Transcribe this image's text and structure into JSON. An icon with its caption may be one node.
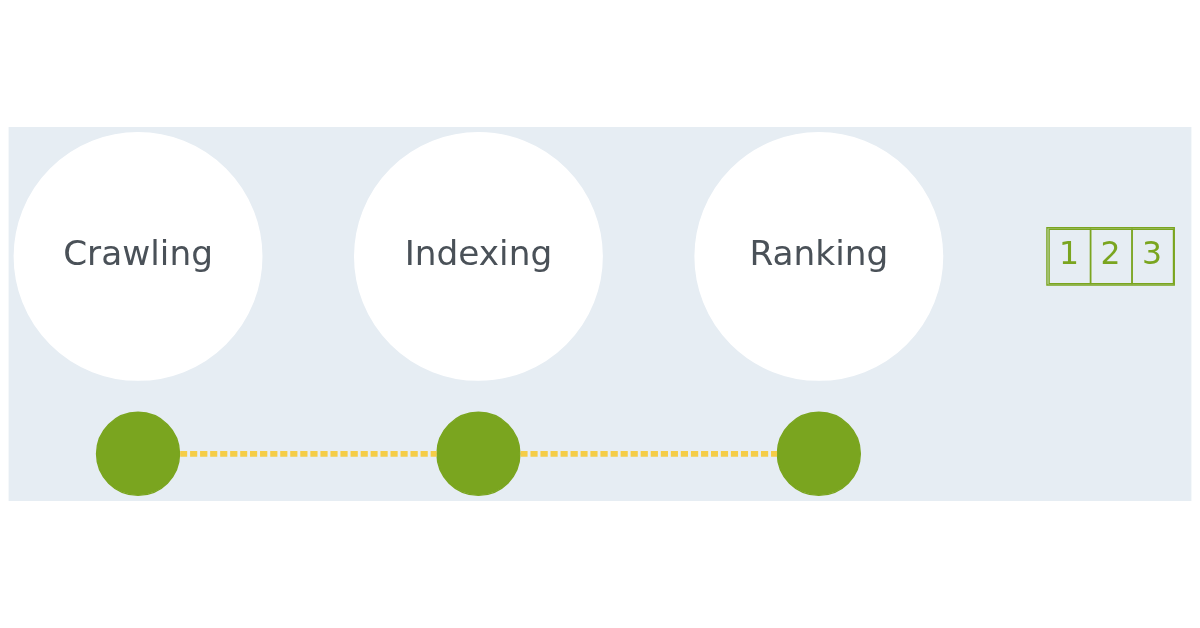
{
  "diagram": {
    "nodes": [
      {
        "text": [],
        "shape": "circle"
      },
      {
        "text": [
          "Crawling"
        ]
      },
      {
        "text": [],
        "shape": "circle"
      },
      {
        "text": [
          "Indexing"
        ]
      },
      {
        "text": [],
        "shape": "circle"
      },
      {
        "text": [
          "Ranking"
        ]
      }
    ],
    "edges": [
      {
        "from": 0,
        "to": 2,
        "arrow": "none",
        "style": "dashed"
      },
      {
        "from": 2,
        "to": 4,
        "arrow": "none",
        "style": "dashed"
      }
    ],
    "labels": [
      "1",
      "2",
      "3"
    ]
  }
}
